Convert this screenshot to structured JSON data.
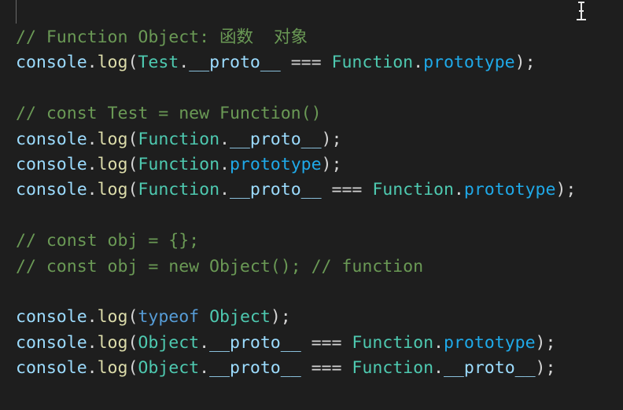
{
  "editor": {
    "background": "#1e1e1e",
    "colors": {
      "comment": "#6a9955",
      "variable": "#9cdcfe",
      "function": "#dcdcaa",
      "class": "#4ec9b0",
      "property": "#1fa9e8",
      "keyword": "#569cd6",
      "punctuation": "#d4d4d4"
    },
    "cursor_icon": "text-ibeam-cursor-icon",
    "lines": [
      {
        "tokens": [
          {
            "t": "comment",
            "v": "// Function Object: 函数  对象"
          }
        ]
      },
      {
        "tokens": [
          {
            "t": "var",
            "v": "console"
          },
          {
            "t": "punc",
            "v": "."
          },
          {
            "t": "fn",
            "v": "log"
          },
          {
            "t": "punc",
            "v": "("
          },
          {
            "t": "cls",
            "v": "Test"
          },
          {
            "t": "punc",
            "v": "."
          },
          {
            "t": "var",
            "v": "__proto__"
          },
          {
            "t": "op",
            "v": " === "
          },
          {
            "t": "cls",
            "v": "Function"
          },
          {
            "t": "punc",
            "v": "."
          },
          {
            "t": "prop",
            "v": "prototype"
          },
          {
            "t": "punc",
            "v": ");"
          }
        ]
      },
      {
        "tokens": []
      },
      {
        "tokens": [
          {
            "t": "comment",
            "v": "// const Test = new Function()"
          }
        ]
      },
      {
        "tokens": [
          {
            "t": "var",
            "v": "console"
          },
          {
            "t": "punc",
            "v": "."
          },
          {
            "t": "fn",
            "v": "log"
          },
          {
            "t": "punc",
            "v": "("
          },
          {
            "t": "cls",
            "v": "Function"
          },
          {
            "t": "punc",
            "v": "."
          },
          {
            "t": "var",
            "v": "__proto__"
          },
          {
            "t": "punc",
            "v": ");"
          }
        ]
      },
      {
        "tokens": [
          {
            "t": "var",
            "v": "console"
          },
          {
            "t": "punc",
            "v": "."
          },
          {
            "t": "fn",
            "v": "log"
          },
          {
            "t": "punc",
            "v": "("
          },
          {
            "t": "cls",
            "v": "Function"
          },
          {
            "t": "punc",
            "v": "."
          },
          {
            "t": "prop",
            "v": "prototype"
          },
          {
            "t": "punc",
            "v": ");"
          }
        ]
      },
      {
        "tokens": [
          {
            "t": "var",
            "v": "console"
          },
          {
            "t": "punc",
            "v": "."
          },
          {
            "t": "fn",
            "v": "log"
          },
          {
            "t": "punc",
            "v": "("
          },
          {
            "t": "cls",
            "v": "Function"
          },
          {
            "t": "punc",
            "v": "."
          },
          {
            "t": "var",
            "v": "__proto__"
          },
          {
            "t": "op",
            "v": " === "
          },
          {
            "t": "cls",
            "v": "Function"
          },
          {
            "t": "punc",
            "v": "."
          },
          {
            "t": "prop",
            "v": "prototype"
          },
          {
            "t": "punc",
            "v": ");"
          }
        ]
      },
      {
        "tokens": []
      },
      {
        "tokens": [
          {
            "t": "comment",
            "v": "// const obj = {};"
          }
        ]
      },
      {
        "tokens": [
          {
            "t": "comment",
            "v": "// const obj = new Object(); // function"
          }
        ]
      },
      {
        "tokens": []
      },
      {
        "tokens": [
          {
            "t": "var",
            "v": "console"
          },
          {
            "t": "punc",
            "v": "."
          },
          {
            "t": "fn",
            "v": "log"
          },
          {
            "t": "punc",
            "v": "("
          },
          {
            "t": "kw",
            "v": "typeof"
          },
          {
            "t": "punc",
            "v": " "
          },
          {
            "t": "cls",
            "v": "Object"
          },
          {
            "t": "punc",
            "v": ");"
          }
        ]
      },
      {
        "tokens": [
          {
            "t": "var",
            "v": "console"
          },
          {
            "t": "punc",
            "v": "."
          },
          {
            "t": "fn",
            "v": "log"
          },
          {
            "t": "punc",
            "v": "("
          },
          {
            "t": "cls",
            "v": "Object"
          },
          {
            "t": "punc",
            "v": "."
          },
          {
            "t": "var",
            "v": "__proto__"
          },
          {
            "t": "op",
            "v": " === "
          },
          {
            "t": "cls",
            "v": "Function"
          },
          {
            "t": "punc",
            "v": "."
          },
          {
            "t": "prop",
            "v": "prototype"
          },
          {
            "t": "punc",
            "v": ");"
          }
        ]
      },
      {
        "tokens": [
          {
            "t": "var",
            "v": "console"
          },
          {
            "t": "punc",
            "v": "."
          },
          {
            "t": "fn",
            "v": "log"
          },
          {
            "t": "punc",
            "v": "("
          },
          {
            "t": "cls",
            "v": "Object"
          },
          {
            "t": "punc",
            "v": "."
          },
          {
            "t": "var",
            "v": "__proto__"
          },
          {
            "t": "op",
            "v": " === "
          },
          {
            "t": "cls",
            "v": "Function"
          },
          {
            "t": "punc",
            "v": "."
          },
          {
            "t": "var",
            "v": "__proto__"
          },
          {
            "t": "punc",
            "v": ");"
          }
        ]
      }
    ]
  }
}
